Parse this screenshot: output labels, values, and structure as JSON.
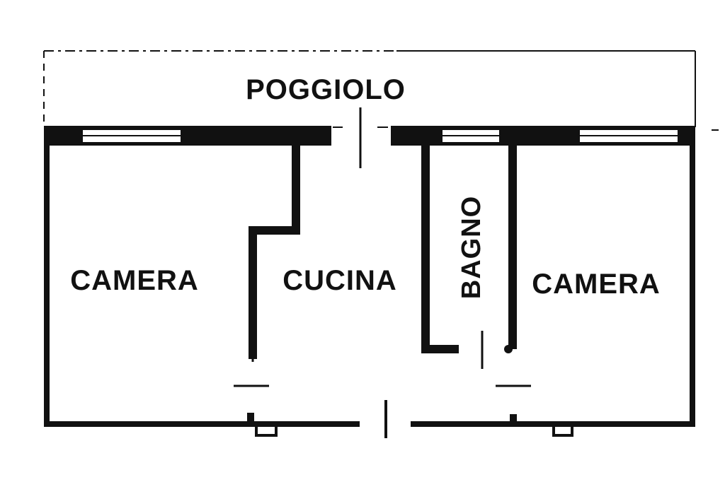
{
  "rooms": {
    "balcony": "POGGIOLO",
    "bedroom_left": "CAMERA",
    "kitchen": "CUCINA",
    "bathroom": "BAGNO",
    "bedroom_right": "CAMERA"
  },
  "colors": {
    "wall": "#111111",
    "background": "#ffffff"
  }
}
